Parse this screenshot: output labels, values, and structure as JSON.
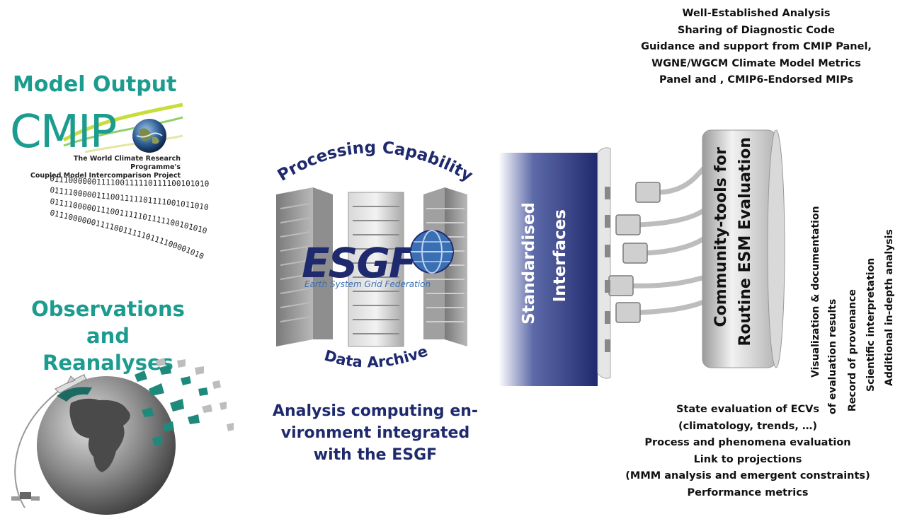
{
  "model_output": {
    "title": "Model Output",
    "cmip_logo_text": "CMIP",
    "cmip_subtitle_lines": [
      "The World Climate Research Programme's",
      "Coupled Model Intercomparison Project"
    ]
  },
  "binary_streams": [
    "0111000000111100111110111100101010",
    "0111100000111001111101111001011010",
    "0111100000111001111101111100101010",
    "0111000000111100111110111100001010"
  ],
  "observations": {
    "title_lines": [
      "Observations and",
      "Reanalyses"
    ]
  },
  "archive": {
    "processing_label": "Processing Capability",
    "data_archive_label": "Data Archive",
    "esgf_logo": "ESGF",
    "esgf_tagline": "Earth System Grid Federation"
  },
  "analysis_environment": {
    "lines": [
      "Analysis computing en-",
      "vironment integrated",
      "with the ESGF"
    ]
  },
  "interfaces": {
    "lines": [
      "Standardised",
      "Interfaces"
    ]
  },
  "community_tools": {
    "lines": [
      "Community-tools for",
      "Routine ESM Evaluation"
    ]
  },
  "top_list": [
    "Well-Established Analysis",
    "Sharing of Diagnostic Code",
    "Guidance and support from CMIP Panel,",
    "WGNE/WGCM Climate Model Metrics",
    "Panel and , CMIP6-Endorsed MIPs"
  ],
  "right_list": [
    "Visualization & documentation",
    "of evaluation results",
    "Record of provenance",
    "Scientific interpretation",
    "Additional in-depth analysis"
  ],
  "bottom_list": [
    "State evaluation of ECVs",
    "(climatology, trends, …)",
    "Process and phenomena evaluation",
    "Link to projections",
    "(MMM analysis and emergent constraints)",
    "Performance metrics"
  ],
  "colors": {
    "teal": "#1c9b8f",
    "navy": "#1f2a6e",
    "cable": "#bfbfbf",
    "rack": "#9a9a9a"
  }
}
